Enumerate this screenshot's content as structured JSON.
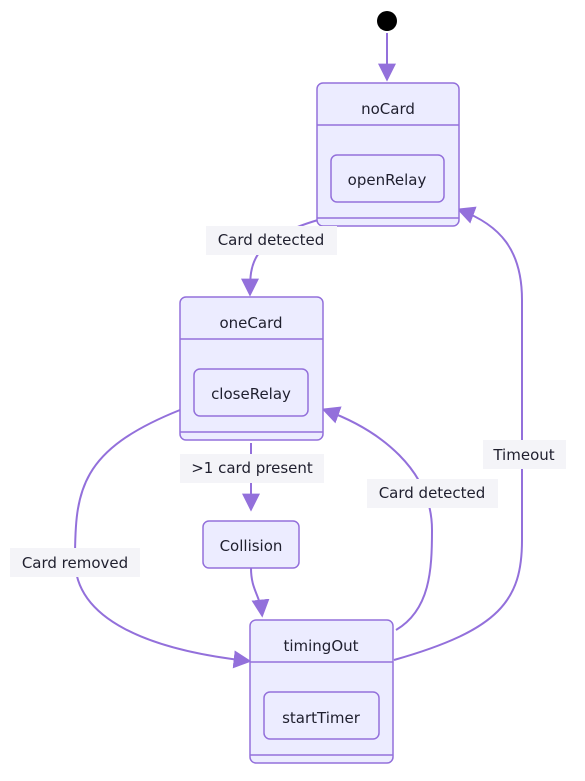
{
  "states": {
    "noCard": {
      "title": "noCard",
      "action": "openRelay"
    },
    "oneCard": {
      "title": "oneCard",
      "action": "closeRelay"
    },
    "collision": {
      "title": "Collision"
    },
    "timingOut": {
      "title": "timingOut",
      "action": "startTimer"
    }
  },
  "transitions": {
    "noCard_to_oneCard": "Card detected",
    "oneCard_to_collision": ">1 card present",
    "oneCard_to_timingOut": "Card removed",
    "timingOut_to_oneCard": "Card detected",
    "timingOut_to_noCard": "Timeout"
  },
  "colors": {
    "stroke": "#9370db",
    "fill": "#ececff",
    "label_bg": "#f4f4f8",
    "start": "#000000"
  }
}
